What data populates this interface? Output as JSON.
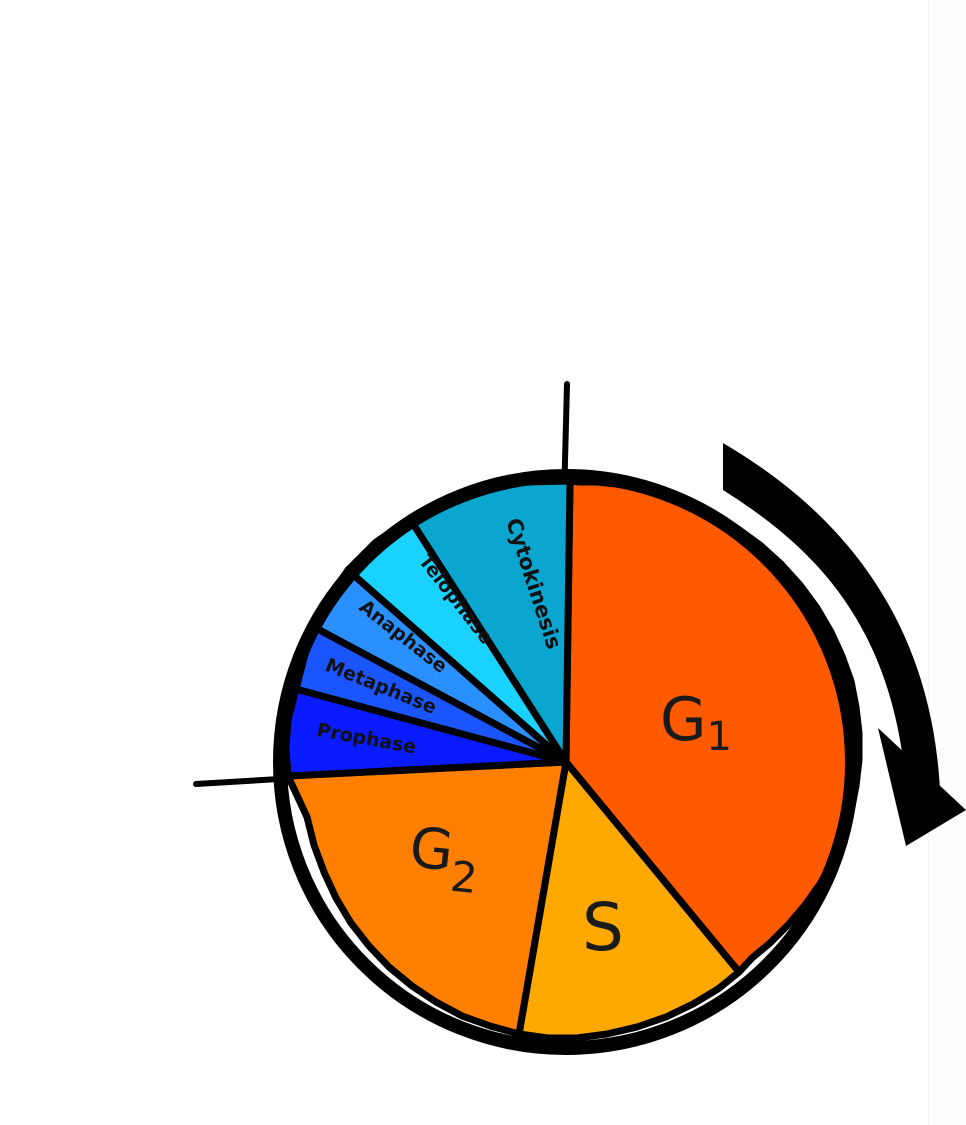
{
  "diagram": {
    "phases": [
      {
        "key": "g1",
        "label": "G",
        "sub": "1",
        "color": "#ff5a00"
      },
      {
        "key": "s",
        "label": "S",
        "sub": "",
        "color": "#ffa800"
      },
      {
        "key": "g2",
        "label": "G",
        "sub": "2",
        "color": "#ff7f00"
      },
      {
        "key": "prophase",
        "label": "Prophase",
        "color": "#0a1cff"
      },
      {
        "key": "metaphase",
        "label": "Metaphase",
        "color": "#1a55ff"
      },
      {
        "key": "anaphase",
        "label": "Anaphase",
        "color": "#2a90ff"
      },
      {
        "key": "telophase",
        "label": "Telophase",
        "color": "#19d2ff"
      },
      {
        "key": "cytokinesis",
        "label": "Cytokinesis",
        "color": "#0ba6cf"
      }
    ],
    "direction_arrow": {
      "name": "clockwise-arrow",
      "color": "#000000"
    },
    "outline_color": "#000000"
  }
}
